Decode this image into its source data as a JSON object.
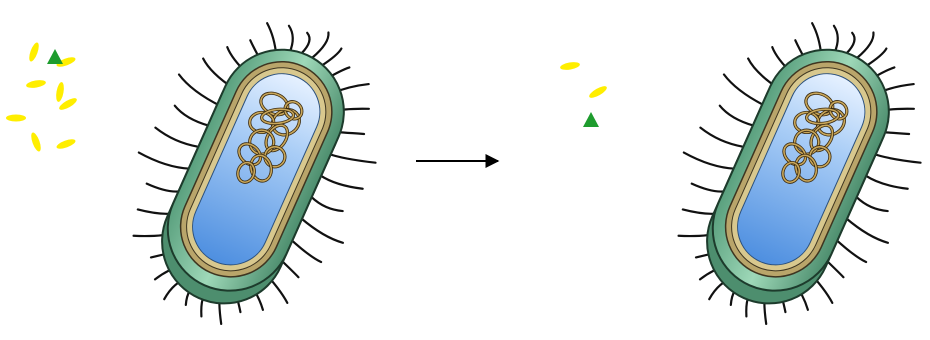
{
  "diagram": {
    "left_panel": {
      "yellow_particle_count": 8,
      "green_marker_count": 1
    },
    "right_panel": {
      "yellow_particle_count": 2,
      "green_marker_count": 1
    },
    "arrow": {
      "direction": "right"
    },
    "colors": {
      "background": "#ffffff",
      "particle_yellow": "#ffee00",
      "marker_green": "#1e9c2e",
      "cell_wall_green": "#7ec4a0",
      "cell_wall_dark": "#4d8e6e",
      "membrane_tan": "#b9a56a",
      "cytoplasm_blue_light": "#dcecff",
      "cytoplasm_blue": "#5c9ee8",
      "dna_brown": "#8b6a2a",
      "pili_black": "#111111",
      "arrow": "#000000"
    }
  }
}
